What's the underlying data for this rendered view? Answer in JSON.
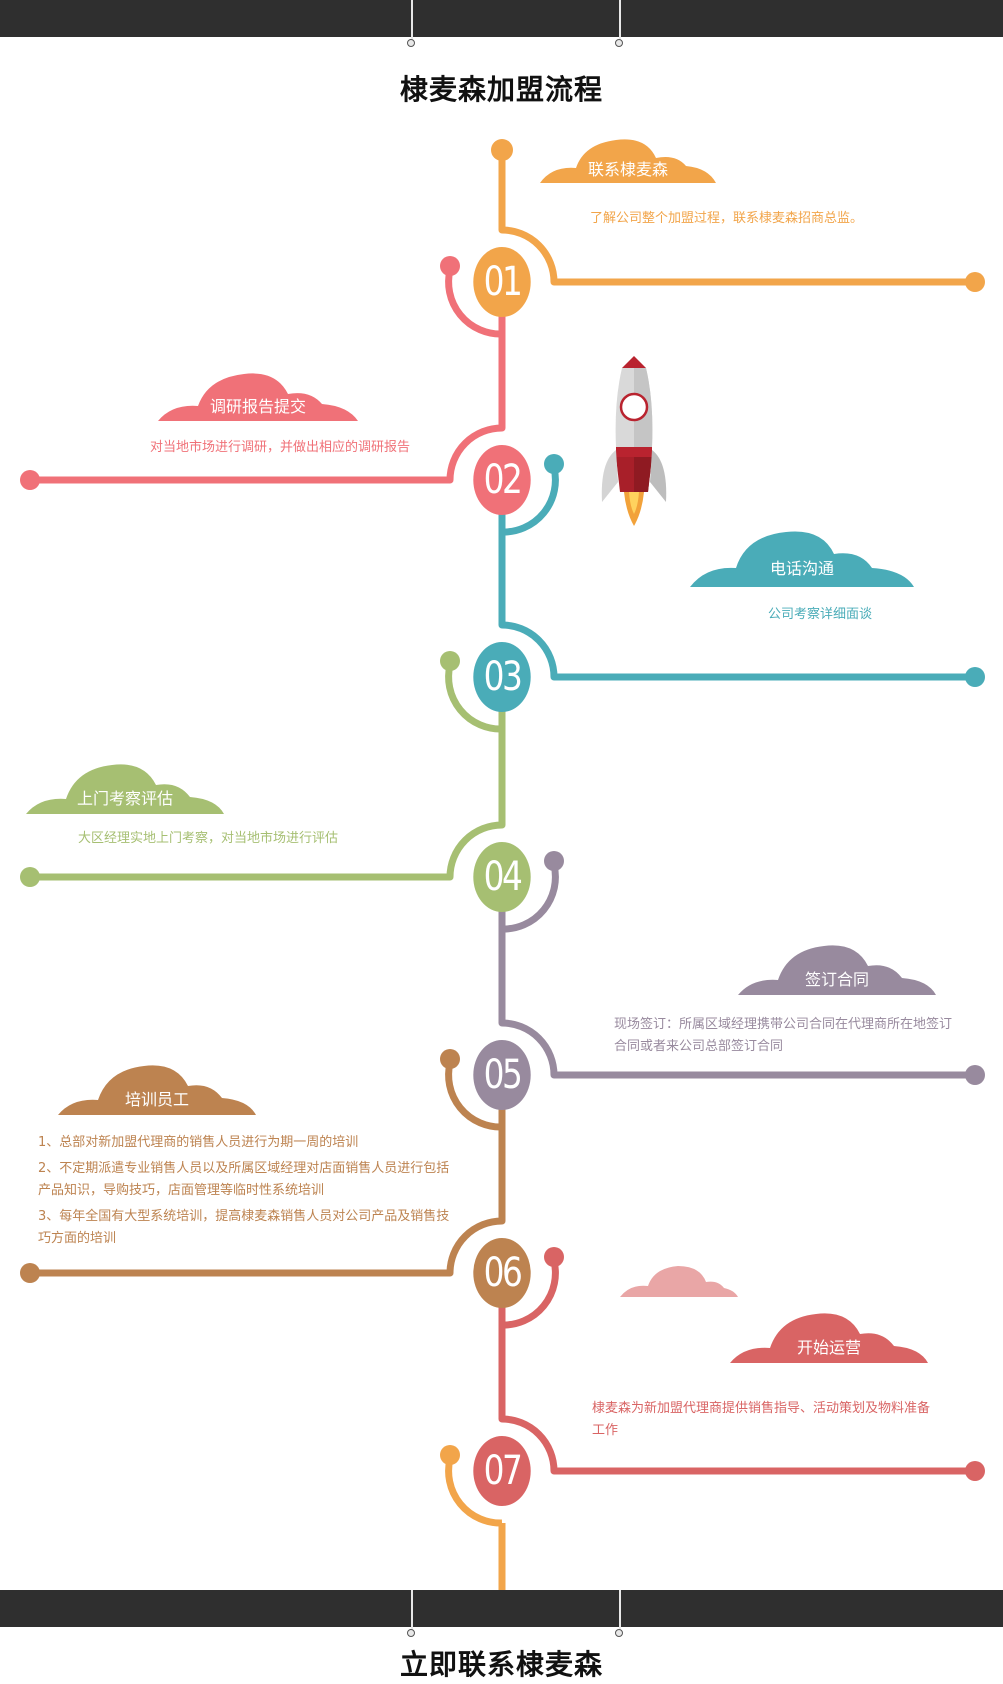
{
  "page": {
    "title": "棣麦森加盟流程",
    "footer_title": "立即联系棣麦森"
  },
  "colors": {
    "band": "#2f2f2f",
    "step1": "#f2a54a",
    "step2": "#f07178",
    "step3": "#4aacb8",
    "step4": "#a6bf72",
    "step5": "#988a9e",
    "step6": "#bd8350",
    "step7": "#d96464",
    "rocket_red": "#b9232f",
    "pink_cloud": "#e9a6a6"
  },
  "steps": [
    {
      "number": "01",
      "title": "联系棣麦森",
      "lines": [
        "了解公司整个加盟过程，联系棣麦森招商总监。"
      ]
    },
    {
      "number": "02",
      "title": "调研报告提交",
      "lines": [
        "对当地市场进行调研，并做出相应的调研报告"
      ]
    },
    {
      "number": "03",
      "title": "电话沟通",
      "lines": [
        "公司考察详细面谈"
      ]
    },
    {
      "number": "04",
      "title": "上门考察评估",
      "lines": [
        "大区经理实地上门考察，对当地市场进行评估"
      ]
    },
    {
      "number": "05",
      "title": "签订合同",
      "lines": [
        "现场签订：所属区域经理携带公司合同在代理商所在地签订合同或者来公司总部签订合同"
      ]
    },
    {
      "number": "06",
      "title": "培训员工",
      "lines": [
        "1、总部对新加盟代理商的销售人员进行为期一周的培训",
        "2、不定期派遣专业销售人员以及所属区域经理对店面销售人员进行包括产品知识，导购技巧，店面管理等临时性系统培训",
        "3、每年全国有大型系统培训，提高棣麦森销售人员对公司产品及销售技巧方面的培训"
      ]
    },
    {
      "number": "07",
      "title": "开始运营",
      "lines": [
        "棣麦森为新加盟代理商提供销售指导、活动策划及物料准备工作"
      ]
    }
  ]
}
